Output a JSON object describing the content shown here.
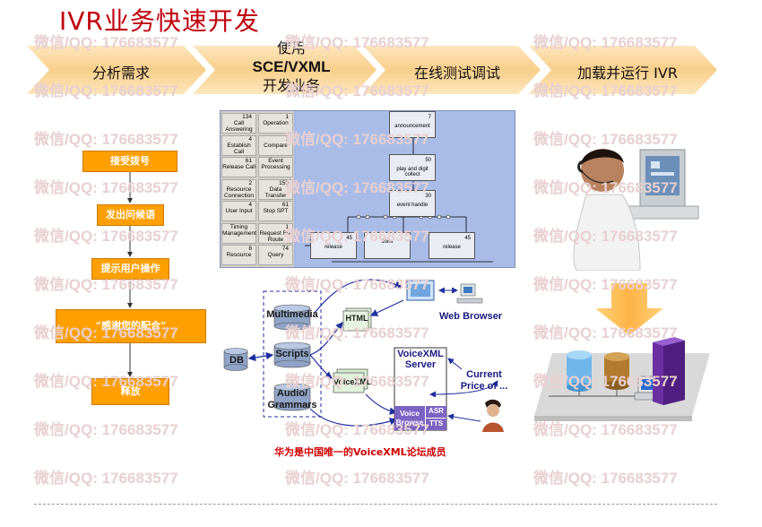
{
  "title": "IVR业务快速开发",
  "watermark": "微信/QQ: 176683577",
  "steps": [
    {
      "label": "分析需求"
    },
    {
      "label_top": "使用",
      "label_mid": "SCE/VXML",
      "label_bot": "开发业务"
    },
    {
      "label": "在线测试调试"
    },
    {
      "label": "加载并运行 IVR"
    }
  ],
  "flow": [
    "接受拨号",
    "发出问候语",
    "提示用户操作",
    "“感谢您的配合”",
    "释放"
  ],
  "sce_palette": [
    {
      "num": "134",
      "name": "Call Answering"
    },
    {
      "num": "1",
      "name": "Operation"
    },
    {
      "num": "4",
      "name": "Establish Call"
    },
    {
      "num": "6",
      "name": "Compare"
    },
    {
      "num": "61",
      "name": "Release Call"
    },
    {
      "num": "",
      "name": "Event Processing"
    },
    {
      "num": "2",
      "name": "Resource Connection"
    },
    {
      "num": "150",
      "name": "Data Transfer"
    },
    {
      "num": "4",
      "name": "User Input"
    },
    {
      "num": "61",
      "name": "Stop SPT"
    },
    {
      "num": "",
      "name": "Timing Management"
    },
    {
      "num": "1",
      "name": "Request For Route"
    },
    {
      "num": "8",
      "name": "Resource"
    },
    {
      "num": "74",
      "name": "Query"
    }
  ],
  "sce_nodes": [
    {
      "num": "7",
      "name": "announcement"
    },
    {
      "num": "50",
      "name": "play and digit collect"
    },
    {
      "num": "30",
      "name": "event handle"
    },
    {
      "num": "45",
      "name": "release"
    },
    {
      "num": "",
      "name": "Joint"
    },
    {
      "num": "45",
      "name": "release"
    }
  ],
  "arch": {
    "multimedia": "Multimedia",
    "scripts": "Scripts",
    "audio": "Audio/ Grammars",
    "db": "DB",
    "html": "HTML",
    "voicexml": "VoiceXML",
    "web_browser": "Web Browser",
    "server_line1": "VoiceXML",
    "server_line2": "Server",
    "voice_browser": "Voice Browse",
    "asr": "ASR",
    "tts": "TTS",
    "current_price": "Current Price of ..."
  },
  "note": "华为是中国唯一的VoiceXML论坛成员",
  "colors": {
    "title": "#c0000c",
    "chevron": "#fad79e",
    "flow": "#ffa000",
    "sce_bg": "#a4b7e4",
    "note": "#d00000",
    "arrow_blue": "#1f2f9f"
  }
}
